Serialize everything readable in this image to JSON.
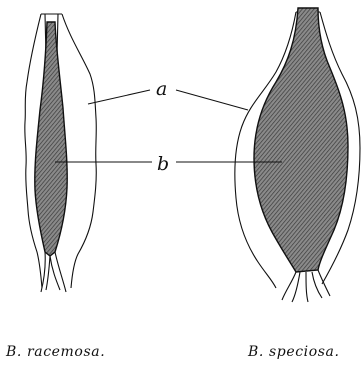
{
  "labels": {
    "a": "a",
    "b": "b"
  },
  "captions": {
    "left": "B. racemosa.",
    "right": "B. speciosa."
  },
  "colors": {
    "ink": "#111111",
    "hatch_bg": "#8a8a8a",
    "hatch_line": "#3a3a3a",
    "paper": "#ffffff"
  }
}
